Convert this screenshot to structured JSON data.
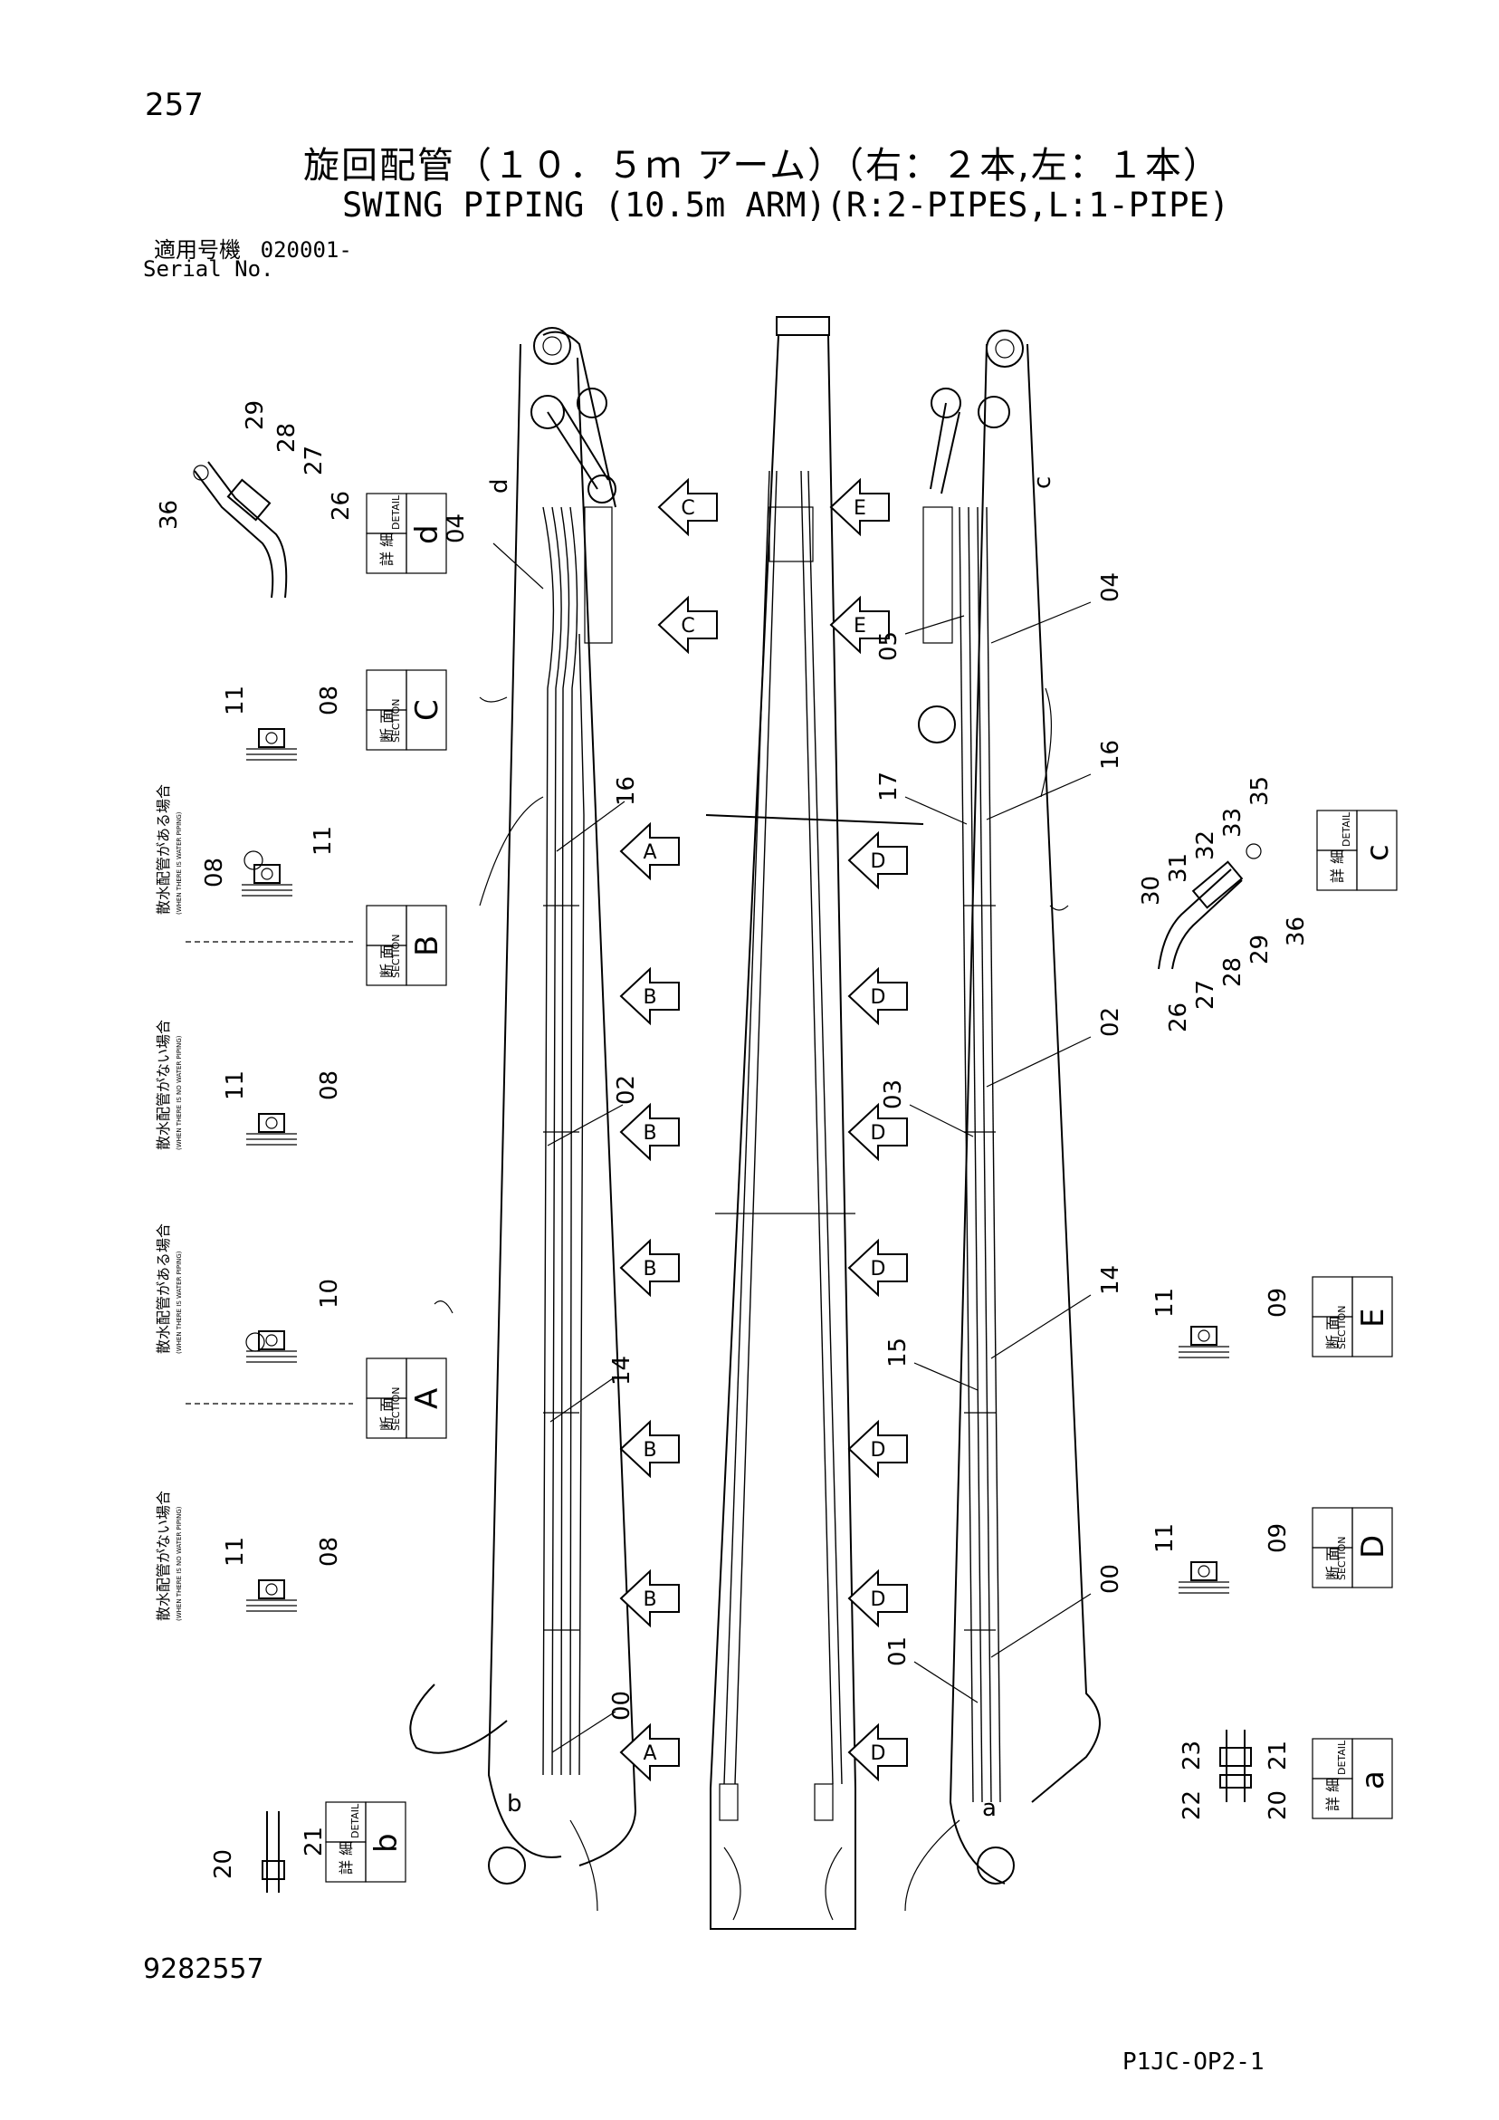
{
  "header": {
    "page_number": "257",
    "title_jp": "旋回配管（１０．５ｍ アーム）（右：２本,左：１本）",
    "title_en": "SWING PIPING (10.5m ARM)(R:2-PIPES,L:1-PIPE)",
    "serial_label_jp": "適用号機",
    "serial_value": "020001-",
    "serial_label_en": "Serial No."
  },
  "footer": {
    "drawing_number": "9282557",
    "page_code": "P1JC-OP2-1"
  },
  "labels": {
    "detail_jp": "詳 細",
    "detail_en": "DETAIL",
    "section_jp": "断 面",
    "section_en": "SECTION"
  },
  "boxes": {
    "d": "d",
    "C": "C",
    "B": "B",
    "A": "A",
    "b": "b",
    "c": "c",
    "E": "E",
    "D": "D",
    "a": "a"
  },
  "notes": {
    "with_water_1": "散水配管がある場合",
    "with_water_1_en": "(WHEN THERE IS WATER PIPING)",
    "without_water_1": "散水配管がない場合",
    "without_water_1_en": "(WHEN THERE IS NO WATER PIPING)",
    "with_water_2": "散水配管がある場合",
    "with_water_2_en": "(WHEN THERE IS WATER PIPING)",
    "without_water_2": "散水配管がない場合",
    "without_water_2_en": "(WHEN THERE IS NO WATER PIPING)"
  },
  "view_arrows": {
    "c1": "C",
    "c2": "C",
    "e1": "E",
    "e2": "E",
    "a_l1": "A",
    "b_l1": "B",
    "b_l2": "B",
    "b_l3": "B",
    "b_l4": "B",
    "b_l5": "B",
    "a_l2": "A",
    "d_r1": "D",
    "d_r2": "D",
    "d_r3": "D",
    "d_r4": "D",
    "d_r5": "D",
    "d_r6": "D",
    "d_r7": "D"
  },
  "callouts": {
    "d36": "36",
    "d29": "29",
    "d28": "28",
    "d27": "27",
    "d26": "26",
    "sc11": "11",
    "sc08": "08",
    "sb08": "08",
    "sb11": "11",
    "sb2_11": "11",
    "sb2_08": "08",
    "sa10": "10",
    "sa2_11": "11",
    "sa2_08": "08",
    "db20": "20",
    "db21": "21",
    "l04": "04",
    "l16": "16",
    "l02": "02",
    "l14": "14",
    "l00": "00",
    "pt_d": "d",
    "pt_b": "b",
    "r04": "04",
    "r05": "05",
    "r17": "17",
    "r16": "16",
    "r03": "03",
    "r02": "02",
    "r15": "15",
    "r14": "14",
    "r01": "01",
    "r00": "00",
    "pt_c": "c",
    "pt_a": "a",
    "dc30": "30",
    "dc31": "31",
    "dc32": "32",
    "dc33": "33",
    "dc35": "35",
    "dc26": "26",
    "dc27": "27",
    "dc28": "28",
    "dc29": "29",
    "dc36": "36",
    "se11": "11",
    "se09": "09",
    "sd11": "11",
    "sd09": "09",
    "da22": "22",
    "da23": "23",
    "da20": "20",
    "da21": "21"
  }
}
